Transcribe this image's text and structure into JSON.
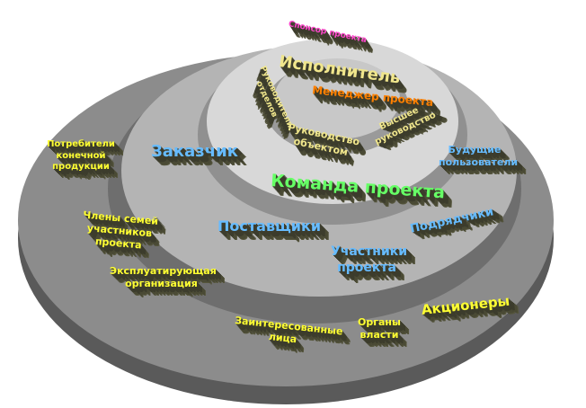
{
  "colors": {
    "inner": "#ff8000",
    "exec": "#f0e68c",
    "team": "#66ff66",
    "customer": "#66bbff",
    "outer": "#ffff33",
    "sponsor": "#ff44cc"
  },
  "labels": {
    "sponsor": "Спонсор проекта",
    "executor": "Исполнитель",
    "manager": "Менеджер проекта",
    "dept_heads": "Руководители отделов",
    "site_mgmt": "Руководство объектом",
    "top_mgmt": "Высшее руководство",
    "team": "Команда проекта",
    "customer": "Заказчик",
    "suppliers": "Поставщики",
    "participants": "Участники проекта",
    "contractors": "Подрядчики",
    "future_users": "Будущие пользователи",
    "consumers": "Потребители конечной продукции",
    "families": "Члены семей участников проекта",
    "operator": "Эксплуатирующая организация",
    "stakeholders": "Заинтересованные лица",
    "authorities": "Органы власти",
    "shareholders": "Акционеры"
  }
}
